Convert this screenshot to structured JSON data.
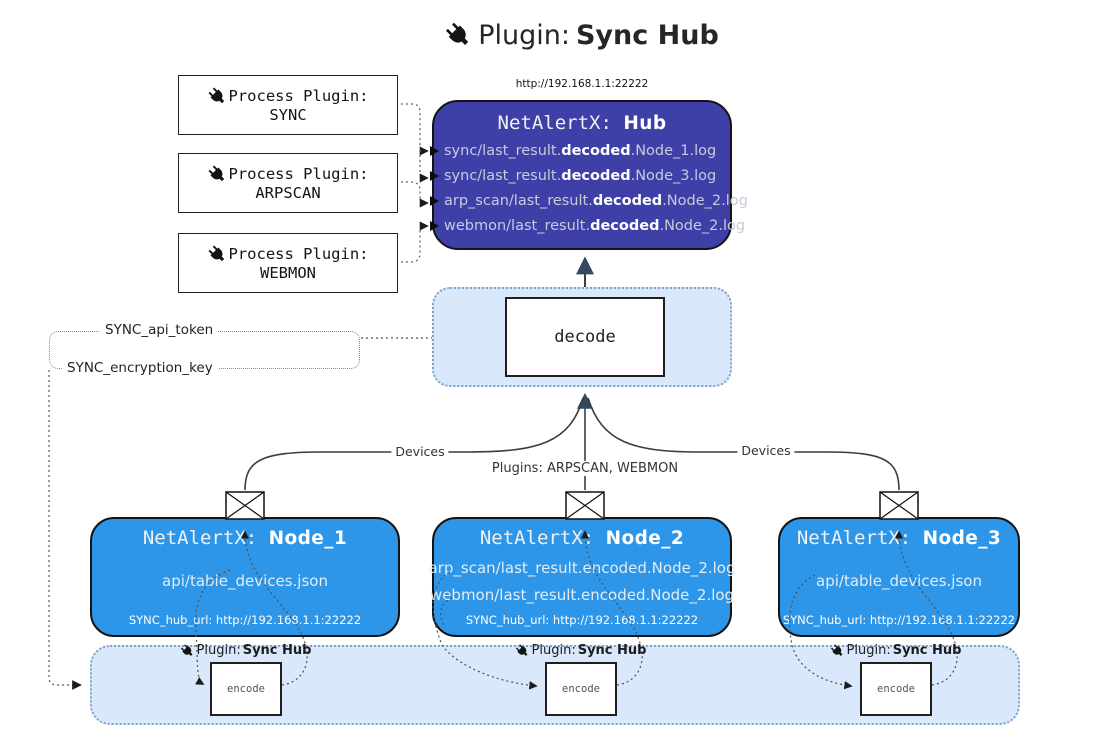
{
  "title": {
    "prefix": "Plugin:",
    "name": "Sync Hub"
  },
  "process_plugins": [
    {
      "label": "Process Plugin:",
      "name": "SYNC"
    },
    {
      "label": "Process Plugin:",
      "name": "ARPSCAN"
    },
    {
      "label": "Process Plugin:",
      "name": "WEBMON"
    }
  ],
  "hub": {
    "url": "http://192.168.1.1:22222",
    "title_prefix": "NetAlertX:",
    "title_name": "Hub",
    "rows": [
      {
        "pre": "sync/last_result.",
        "bold": "decoded",
        "post": ".Node_1.log"
      },
      {
        "pre": "sync/last_result.",
        "bold": "decoded",
        "post": ".Node_3.log"
      },
      {
        "pre": "arp_scan/last_result.",
        "bold": "decoded",
        "post": ".Node_2.log"
      },
      {
        "pre": "webmon/last_result.",
        "bold": "decoded",
        "post": ".Node_2.log"
      }
    ]
  },
  "decode": {
    "label": "decode"
  },
  "keys": {
    "api_token": "SYNC_api_token",
    "encryption_key": "SYNC_encryption_key"
  },
  "edges": {
    "devices_left": "Devices",
    "devices_right": "Devices",
    "plugins_center": "Plugins: ARPSCAN, WEBMON"
  },
  "nodes": [
    {
      "title_prefix": "NetAlertX:",
      "title_name": "Node_1",
      "lines": [
        "api/table_devices.json"
      ],
      "footer": "SYNC_hub_url: http://192.168.1.1:22222"
    },
    {
      "title_prefix": "NetAlertX:",
      "title_name": "Node_2",
      "lines": [
        "arp_scan/last_result.encoded.Node_2.log",
        "webmon/last_result.encoded.Node_2.log"
      ],
      "footer": "SYNC_hub_url: http://192.168.1.1:22222"
    },
    {
      "title_prefix": "NetAlertX:",
      "title_name": "Node_3",
      "lines": [
        "api/table_devices.json"
      ],
      "footer": "SYNC_hub_url: http://192.168.1.1:22222"
    }
  ],
  "encoders": [
    {
      "label_prefix": "Plugin:",
      "label_name": "Sync Hub",
      "box": "encode"
    },
    {
      "label_prefix": "Plugin:",
      "label_name": "Sync Hub",
      "box": "encode"
    },
    {
      "label_prefix": "Plugin:",
      "label_name": "Sync Hub",
      "box": "encode"
    }
  ],
  "colors": {
    "hub_bg": "#3E40A8",
    "node_bg": "#2D96E9",
    "container_bg": "#D9E9FB",
    "container_border": "#7FA3C7",
    "arrow_dark": "#33495E",
    "line_dark": "#3d3d3d"
  }
}
